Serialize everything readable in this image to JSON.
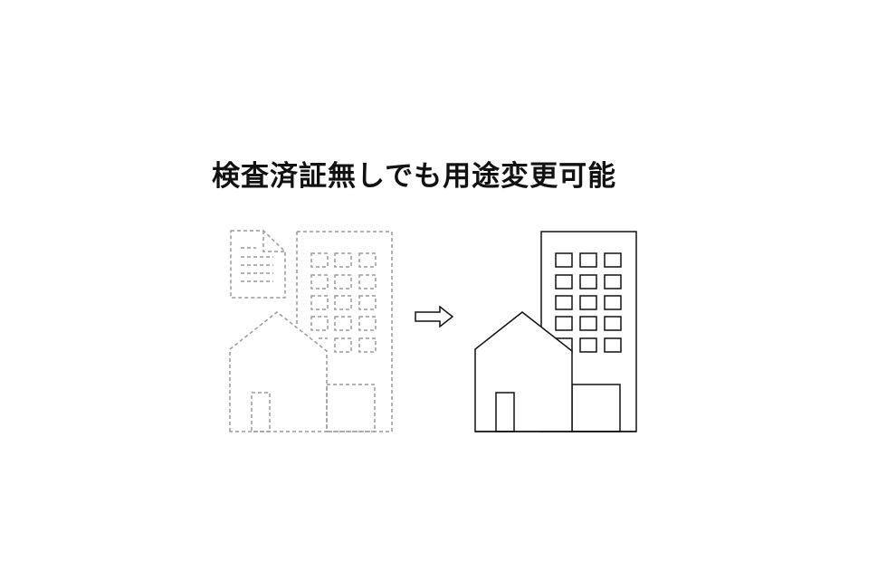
{
  "title": "検査済証無しでも用途変更可能",
  "diagram": {
    "before": {
      "label": "without-inspection-certificate",
      "style": "dashed",
      "stroke_color": "#999999",
      "elements": [
        "document",
        "tower-building",
        "house"
      ]
    },
    "transition": "arrow-right",
    "after": {
      "label": "use-changed",
      "style": "solid",
      "stroke_color": "#111111",
      "elements": [
        "tower-building",
        "house"
      ]
    }
  },
  "colors": {
    "background": "#ffffff",
    "text": "#111111",
    "dashed_stroke": "#999999",
    "solid_stroke": "#111111"
  }
}
